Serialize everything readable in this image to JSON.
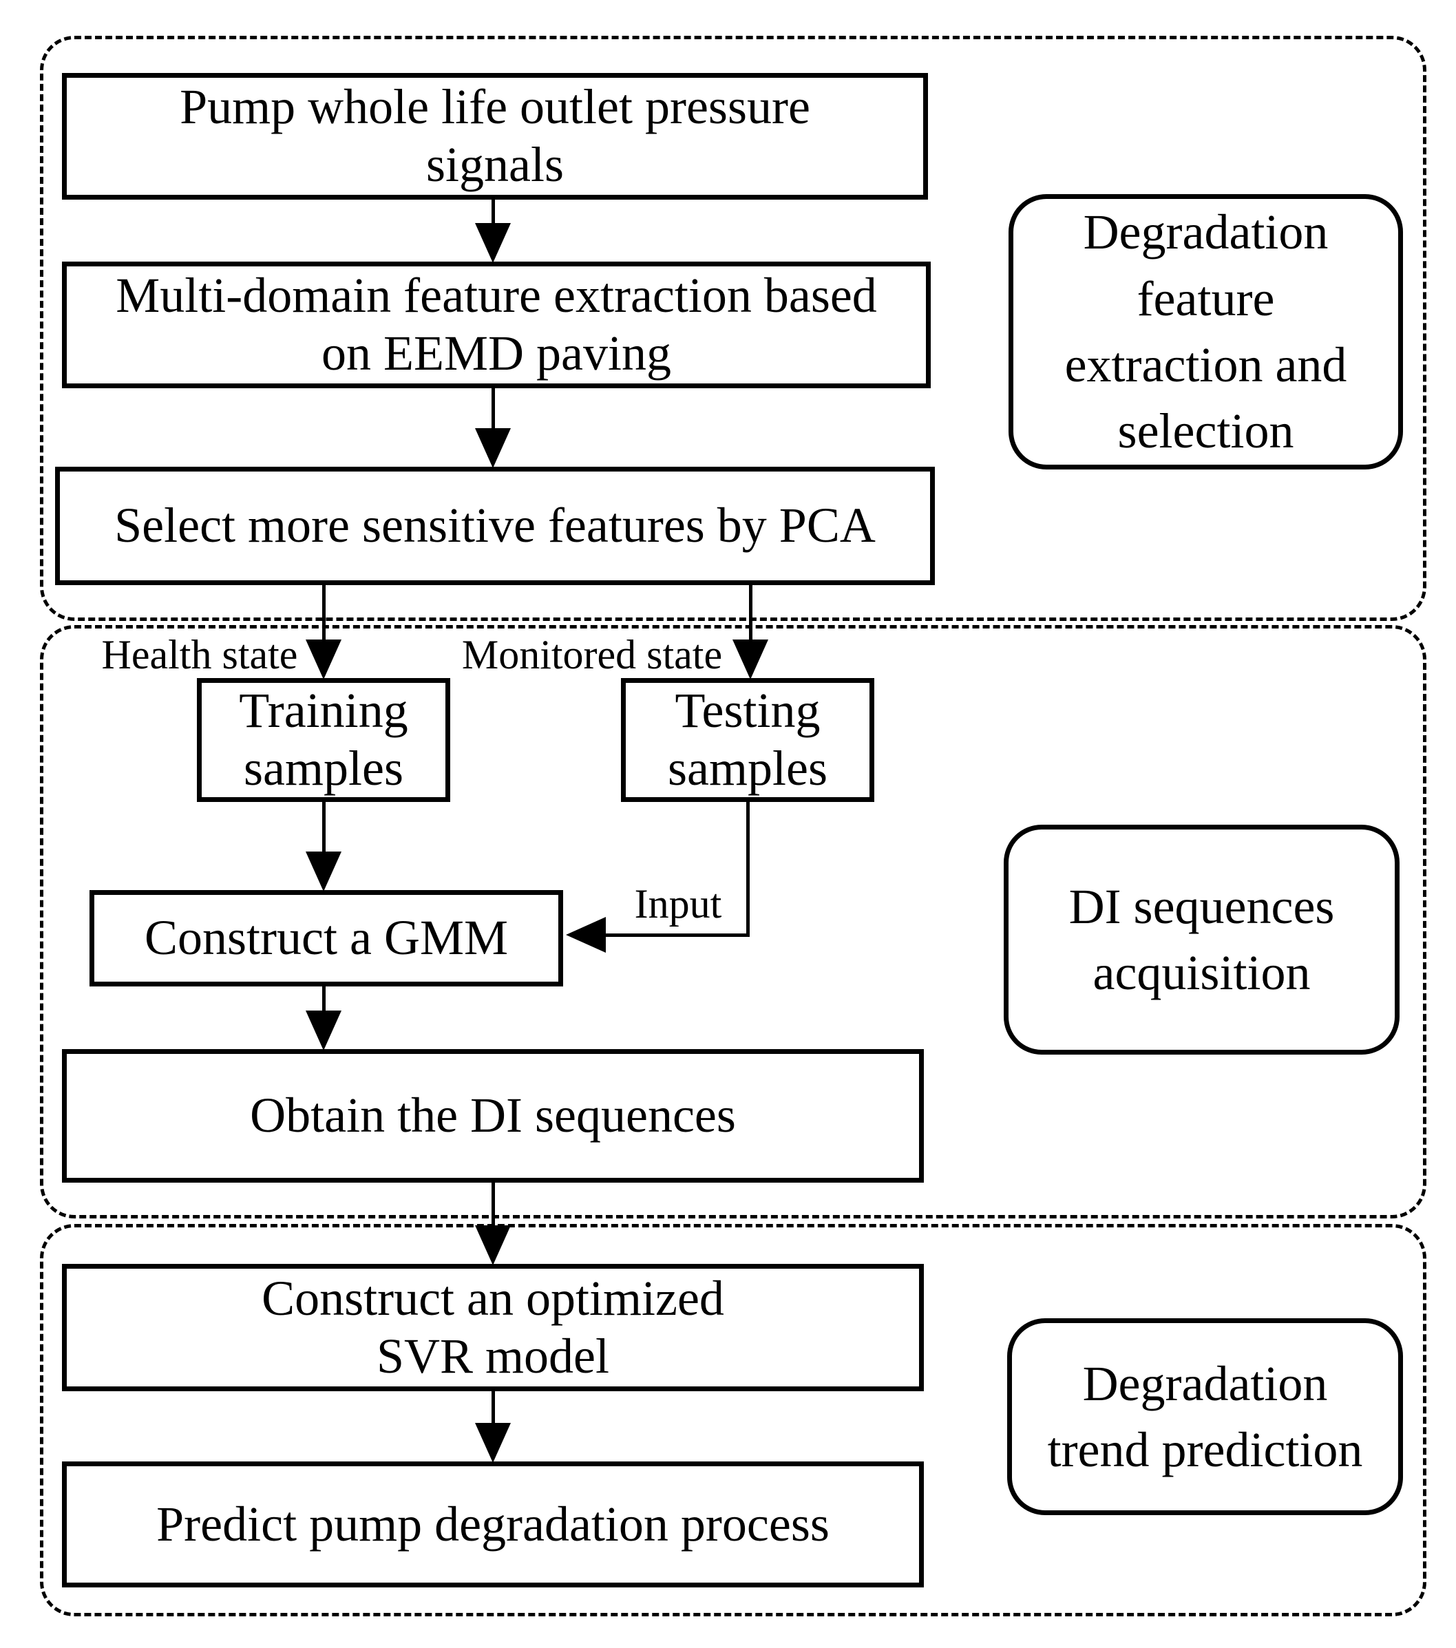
{
  "boxes": {
    "pump": {
      "lines": [
        "Pump whole life outlet pressure",
        "signals"
      ]
    },
    "multi_domain": {
      "lines": [
        "Multi-domain feature extraction based",
        "on EEMD paving"
      ]
    },
    "pca": {
      "lines": [
        "Select more sensitive features by PCA"
      ]
    },
    "training": {
      "lines": [
        "Training",
        "samples"
      ]
    },
    "testing": {
      "lines": [
        "Testing",
        "samples"
      ]
    },
    "gmm": {
      "lines": [
        "Construct a GMM"
      ]
    },
    "obtain_di": {
      "lines": [
        "Obtain the DI sequences"
      ]
    },
    "svr": {
      "lines": [
        "Construct an optimized",
        "SVR model"
      ]
    },
    "predict": {
      "lines": [
        "Predict pump degradation process"
      ]
    }
  },
  "stage_labels": {
    "stage1": {
      "lines": [
        "Degradation",
        "feature",
        "extraction and",
        "selection"
      ]
    },
    "stage2": {
      "lines": [
        "DI sequences",
        "acquisition"
      ]
    },
    "stage3": {
      "lines": [
        "Degradation",
        "trend prediction"
      ]
    }
  },
  "edge_labels": {
    "health_state": "Health state",
    "monitored_state": "Monitored state",
    "input": "Input"
  },
  "colors": {
    "ink": "#000000",
    "paper": "#ffffff"
  }
}
